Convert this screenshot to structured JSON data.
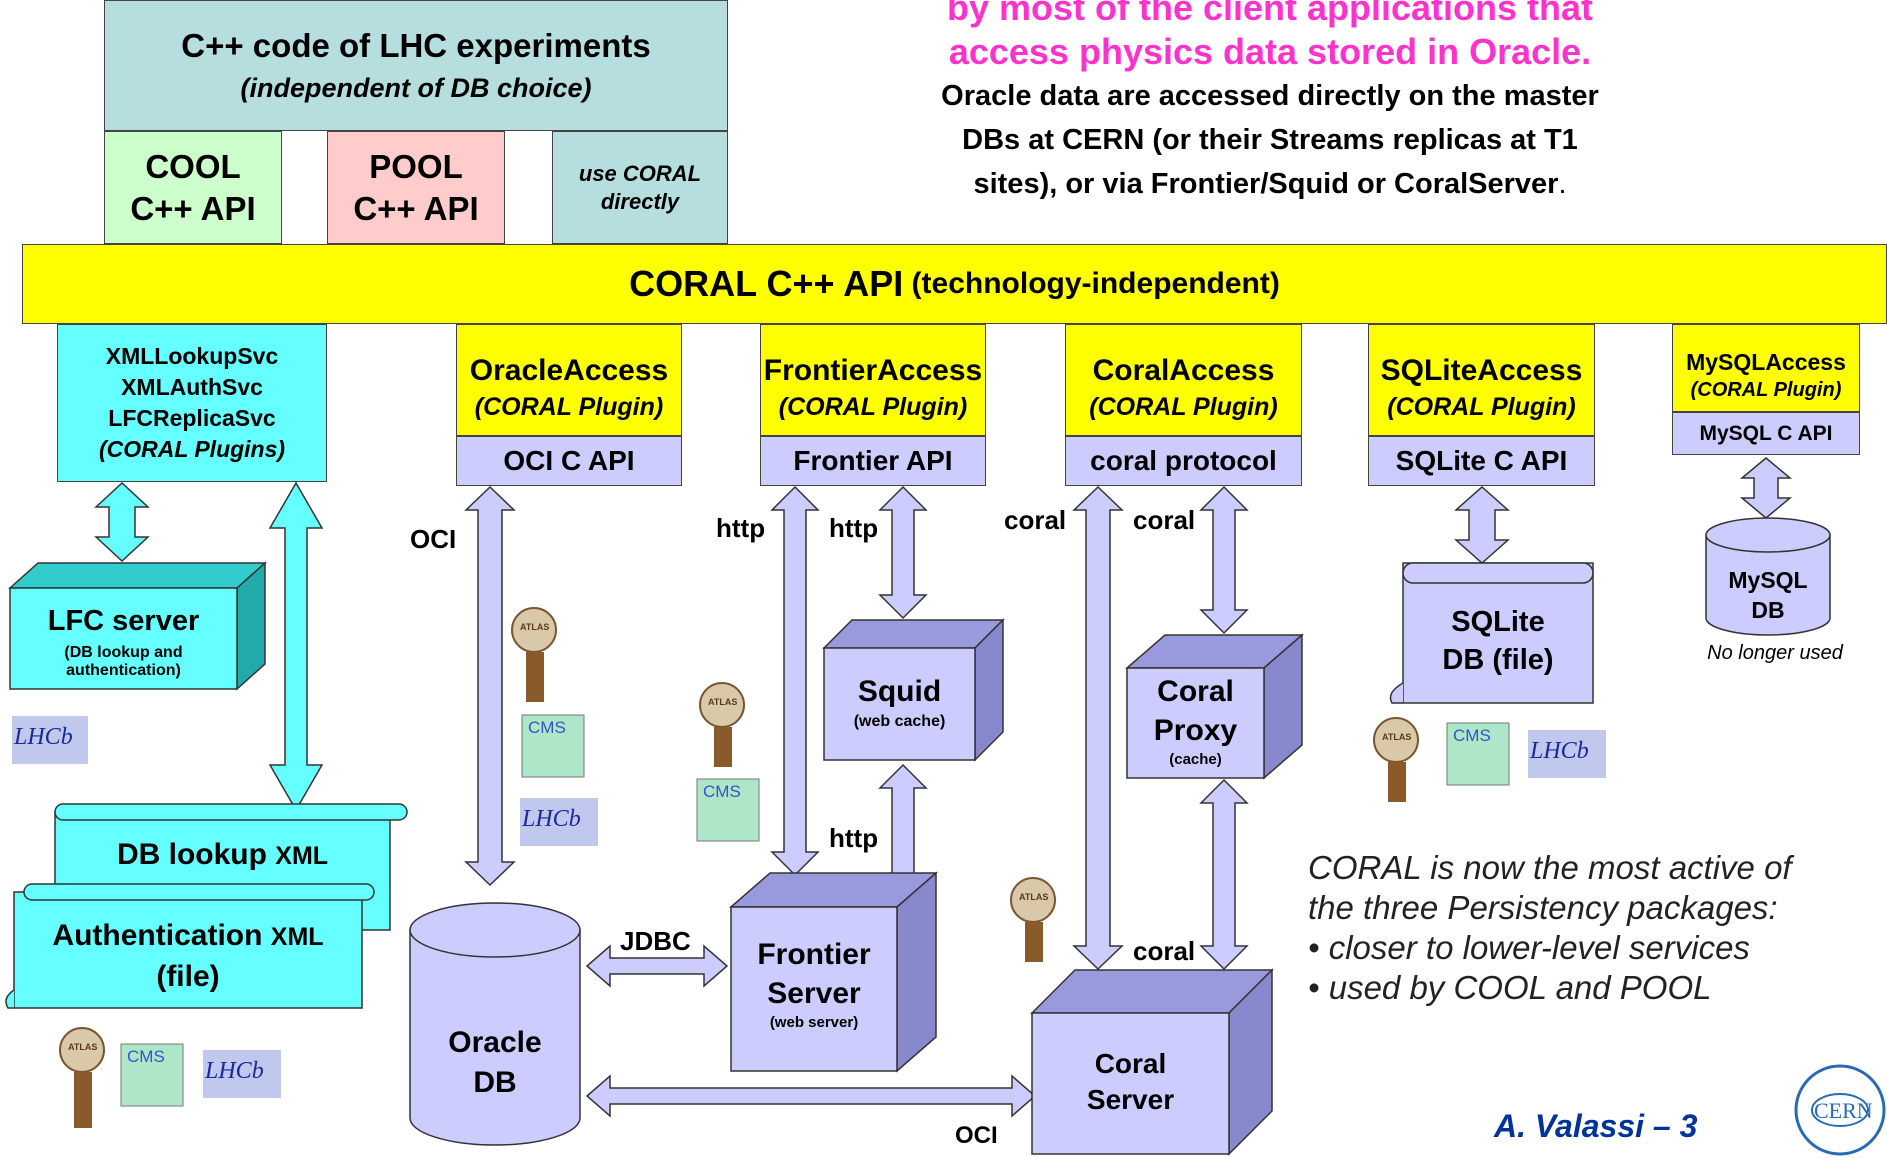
{
  "header": {
    "magenta_line1": "by most of the client applications that",
    "magenta_line2": "access physics data stored in Oracle.",
    "black_line1": "Oracle data are accessed directly on the master",
    "black_line2": "DBs at CERN (or their Streams replicas at T1",
    "black_line3": "sites), or via Frontier/Squid or CoralServer",
    "black_line3_end": "."
  },
  "experiments": {
    "title": "C++ code of LHC experiments",
    "subtitle": "(independent of DB choice)",
    "cool_1": "COOL",
    "cool_2": "C++ API",
    "pool_1": "POOL",
    "pool_2": "C++ API",
    "direct_1": "use CORAL",
    "direct_2": "directly"
  },
  "coral_bar": {
    "main": "CORAL C++ API",
    "suffix": " (technology-independent)"
  },
  "xml_plugins": {
    "line1": "XMLLookupSvc",
    "line2": "XMLAuthSvc",
    "line3": "LFCReplicaSvc",
    "line4": "(CORAL Plugins)"
  },
  "plugins": [
    {
      "name": "OracleAccess",
      "sub": "(CORAL Plugin)",
      "api": "OCI C API"
    },
    {
      "name": "FrontierAccess",
      "sub": "(CORAL Plugin)",
      "api": "Frontier API"
    },
    {
      "name": "CoralAccess",
      "sub": "(CORAL Plugin)",
      "api": "coral protocol"
    },
    {
      "name": "SQLiteAccess",
      "sub": "(CORAL Plugin)",
      "api": "SQLite C API"
    },
    {
      "name": "MySQLAccess",
      "sub": "(CORAL Plugin)",
      "api": "MySQL C API"
    }
  ],
  "lfc": {
    "title": "LFC server",
    "sub1": "(DB lookup and",
    "sub2": "authentication)"
  },
  "db_lookup_xml": {
    "main": "DB lookup ",
    "xml": "XML"
  },
  "auth_xml": {
    "main": "Authentication ",
    "xml": "XML",
    "line2": "(file)"
  },
  "oracle_db": {
    "line1": "Oracle",
    "line2": "DB"
  },
  "squid": {
    "title": "Squid",
    "sub": "(web cache)"
  },
  "frontier_server": {
    "line1": "Frontier",
    "line2": "Server",
    "sub": "(web server)"
  },
  "coral_proxy": {
    "line1": "Coral",
    "line2": "Proxy",
    "sub": "(cache)"
  },
  "coral_server": {
    "line1": "Coral",
    "line2": "Server"
  },
  "sqlite_db": {
    "line1": "SQLite",
    "line2": "DB (file)"
  },
  "mysql_db": {
    "line1": "MySQL",
    "line2": "DB",
    "note": "No longer used"
  },
  "arrow_labels": {
    "oci_left": "OCI",
    "http_1": "http",
    "http_2": "http",
    "coral_1": "coral",
    "coral_2": "coral",
    "http_3": "http",
    "jdbc": "JDBC",
    "coral_3": "coral",
    "oci_bottom": "OCI"
  },
  "logos": {
    "lhcb": "LHCb",
    "cms": "CMS",
    "atlas": "ATLAS",
    "cern": "CERN"
  },
  "note": {
    "line1": "CORAL is now the most active of",
    "line2": "the three Persistency packages:",
    "bullet1": "• closer to lower-level services",
    "bullet2": "• used by COOL and POOL"
  },
  "footer": {
    "author": "A. Valassi – 3"
  },
  "colors": {
    "yellow": "#ffff00",
    "lavender": "#ccccff",
    "cyan": "#66ffff",
    "teal_box": "#b7dede",
    "green_box": "#ccffcc",
    "pink_box": "#ffcccc",
    "magenta_text": "#ff33cc",
    "footer_blue": "#003399"
  }
}
